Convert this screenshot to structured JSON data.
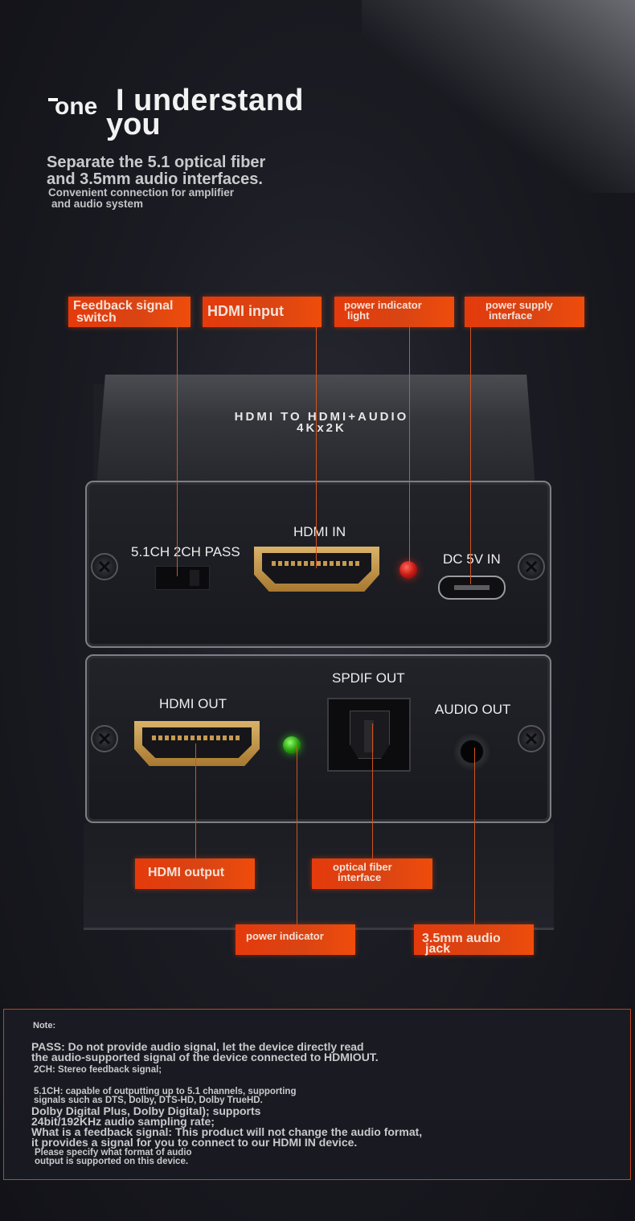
{
  "heading": {
    "one": "one",
    "main": "I understand",
    "you": "you",
    "subtitle_line1": "Separate the 5.1 optical fiber",
    "subtitle_line2": "and 3.5mm audio interfaces.",
    "desc_line1": "Convenient connection for amplifier",
    "desc_line2": "and audio system"
  },
  "callouts": {
    "feedback_switch_1": "Feedback signal",
    "feedback_switch_2": "switch",
    "hdmi_input": "HDMI input",
    "power_light_1": "power indicator",
    "power_light_2": "light",
    "power_supply_1": "power supply",
    "power_supply_2": "interface",
    "hdmi_output": "HDMI output",
    "optical_1": "optical fiber",
    "optical_2": "interface",
    "power_indicator": "power indicator",
    "jack_1": "3.5mm audio",
    "jack_2": "jack"
  },
  "device": {
    "model_line1": "HDMI TO HDMI+AUDIO",
    "model_line2": "4Kx2K",
    "label_switch": "5.1CH 2CH PASS",
    "label_hdmi_in": "HDMI IN",
    "label_dc": "DC 5V  IN",
    "label_hdmi_out": "HDMI OUT",
    "label_spdif": "SPDIF OUT",
    "label_audio_out": "AUDIO OUT"
  },
  "notes": {
    "heading": "Note:",
    "lines": [
      "PASS: Do not provide audio signal, let the device directly read",
      " the audio-supported signal of the device connected to HDMIOUT.",
      "2CH: Stereo feedback signal;",
      "5.1CH: capable of outputting up to 5.1 channels, supporting",
      " signals such as DTS, Dolby, DTS-HD, Dolby TrueHD.",
      "Dolby Digital Plus, Dolby Digital); supports",
      " 24bit/192KHz audio sampling rate;",
      "What is a feedback signal: This product will not change the audio format,",
      " it provides a signal for you to connect to our HDMI IN device.",
      "Please specify what format of audio",
      " output is supported on this device."
    ]
  },
  "colors": {
    "callout": "#e53a0c",
    "background": "#1b1c23",
    "led_power": "#c81a14",
    "led_status": "#2aa30f"
  }
}
